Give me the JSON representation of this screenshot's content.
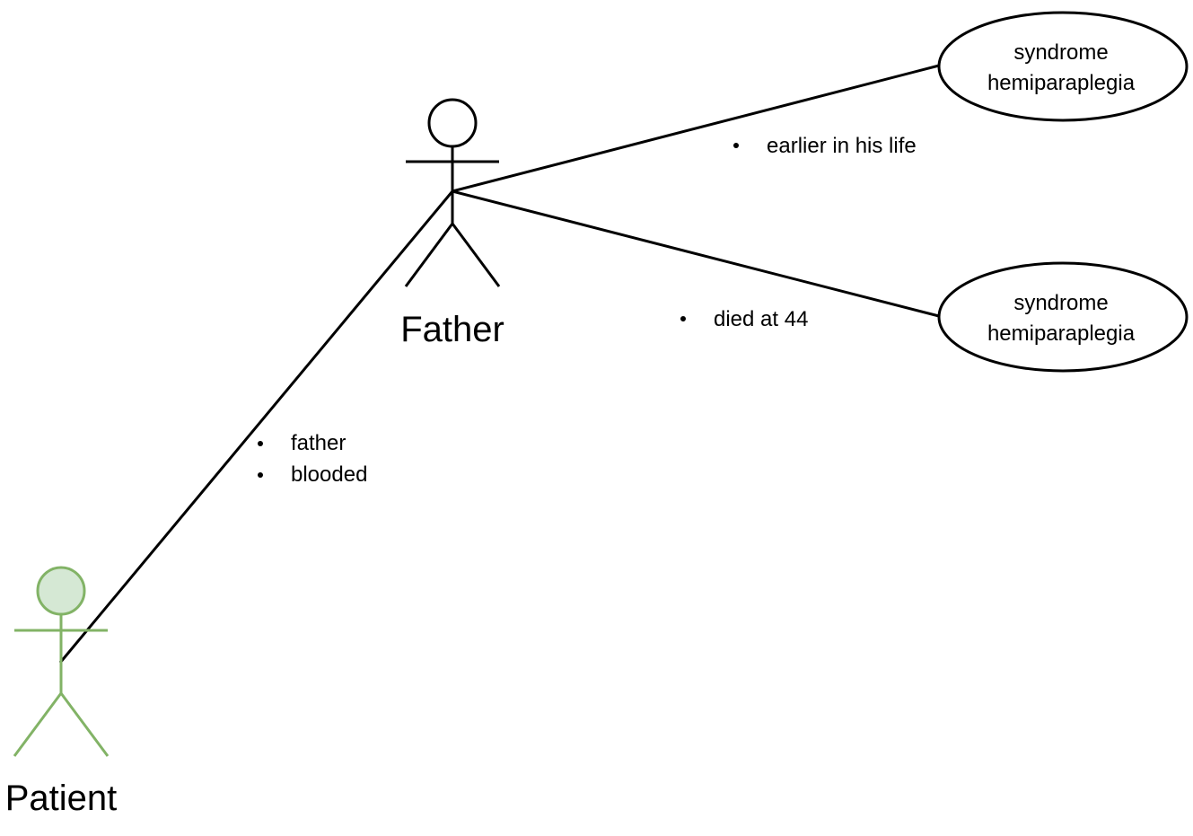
{
  "actors": {
    "father": {
      "label": "Father",
      "color": "#000000",
      "fill": "#ffffff"
    },
    "patient": {
      "label": "Patient",
      "color": "#82b366",
      "fill": "#d5e8d4"
    }
  },
  "use_cases": [
    {
      "line1": "syndrome",
      "line2": "hemiparaplegia"
    },
    {
      "line1": "syndrome",
      "line2": "hemiparaplegia"
    }
  ],
  "notes": {
    "top_edge": [
      "earlier in his life"
    ],
    "bottom_edge": [
      "died at 44"
    ],
    "patient_edge": [
      "father",
      "blooded"
    ]
  }
}
